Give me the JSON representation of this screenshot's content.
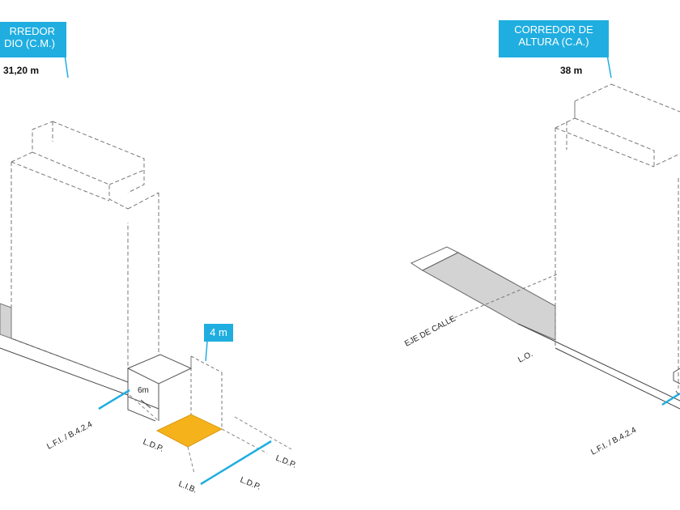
{
  "left_panel": {
    "callout_line1": "RREDOR",
    "callout_line2": "DIO (C.M.)",
    "height": "31,20 m",
    "setback_callout": "4 m",
    "dim_6m": "6m",
    "lfi_label": "L.F.I. / B.4.2.4",
    "ldp_label_1": "L.D.P.",
    "ldp_label_2": "L.D.P.",
    "ldp_label_3": "L.D.P.",
    "lib_label": "L.I.B."
  },
  "right_panel": {
    "callout_line1": "CORREDOR DE",
    "callout_line2": "ALTURA (C.A.)",
    "height": "38 m",
    "street_axis_label": "EJE DE CALLE",
    "lo_label": "L.O.",
    "lfi_label": "L.F.I. / B.4.2.4"
  },
  "colors": {
    "accent_blue": "#20aee0",
    "highlight_orange": "#f6b21b",
    "street_gray": "#d3d3d3",
    "line_dark": "#444444",
    "line_dash": "#666666"
  }
}
